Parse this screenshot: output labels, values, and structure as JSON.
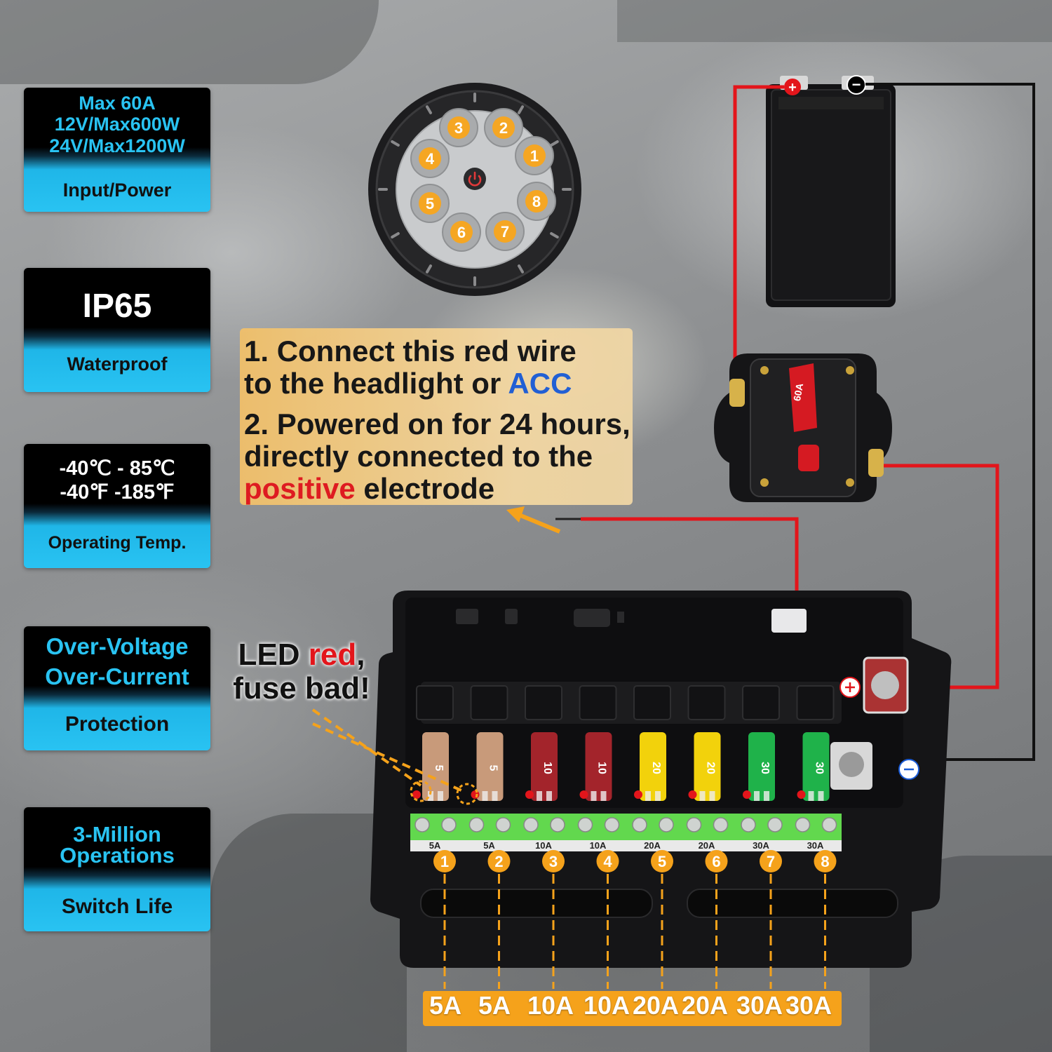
{
  "specs": [
    {
      "lines": [
        "Max 60A",
        "12V/Max600W",
        "24V/Max1200W"
      ],
      "label": "Input/Power"
    },
    {
      "lines": [
        "IP65"
      ],
      "label": "Waterproof"
    },
    {
      "lines": [
        "-40℃ - 85℃",
        "-40℉ -185℉"
      ],
      "label": "Operating Temp."
    },
    {
      "lines": [
        "Over-Voltage",
        "Over-Current"
      ],
      "label": "Protection"
    },
    {
      "lines": [
        "3-Million",
        "Operations"
      ],
      "label": "Switch Life"
    }
  ],
  "instructions": {
    "line1": "1. Connect this red wire",
    "line2_pre": "to the headlight or ",
    "line2_acc": "ACC",
    "line3": "2. Powered on for 24 hours,",
    "line4": "directly connected to the",
    "line5_pos": "positive",
    "line5_post": " electrode"
  },
  "led_caption": {
    "pre": "LED ",
    "red": "red",
    "comma": ",",
    "line2": "fuse bad!"
  },
  "dial_buttons": [
    "1",
    "2",
    "3",
    "4",
    "5",
    "6",
    "7",
    "8"
  ],
  "breaker_label": "60A",
  "battery": {
    "positive": "+",
    "negative": "−"
  },
  "fuses": [
    {
      "rating": "5",
      "color": "#c89a7a",
      "terminal": "5A",
      "number": "1"
    },
    {
      "rating": "5",
      "color": "#c89a7a",
      "terminal": "5A",
      "number": "2"
    },
    {
      "rating": "10",
      "color": "#a3242b",
      "terminal": "10A",
      "number": "3"
    },
    {
      "rating": "10",
      "color": "#a3242b",
      "terminal": "10A",
      "number": "4"
    },
    {
      "rating": "20",
      "color": "#f2d20c",
      "terminal": "20A",
      "number": "5"
    },
    {
      "rating": "20",
      "color": "#f2d20c",
      "terminal": "20A",
      "number": "6"
    },
    {
      "rating": "30",
      "color": "#1fb24a",
      "terminal": "30A",
      "number": "7"
    },
    {
      "rating": "30",
      "color": "#1fb24a",
      "terminal": "30A",
      "number": "8"
    }
  ],
  "amp_labels": [
    "5A",
    "5A",
    "10A",
    "10A",
    "20A",
    "20A",
    "30A",
    "30A"
  ],
  "colors": {
    "accent_blue": "#29c3f2",
    "accent_orange": "#f5a21b",
    "wire_red": "#e3151b",
    "acc_blue": "#1a5bd6",
    "positive_red": "#e3151b"
  }
}
